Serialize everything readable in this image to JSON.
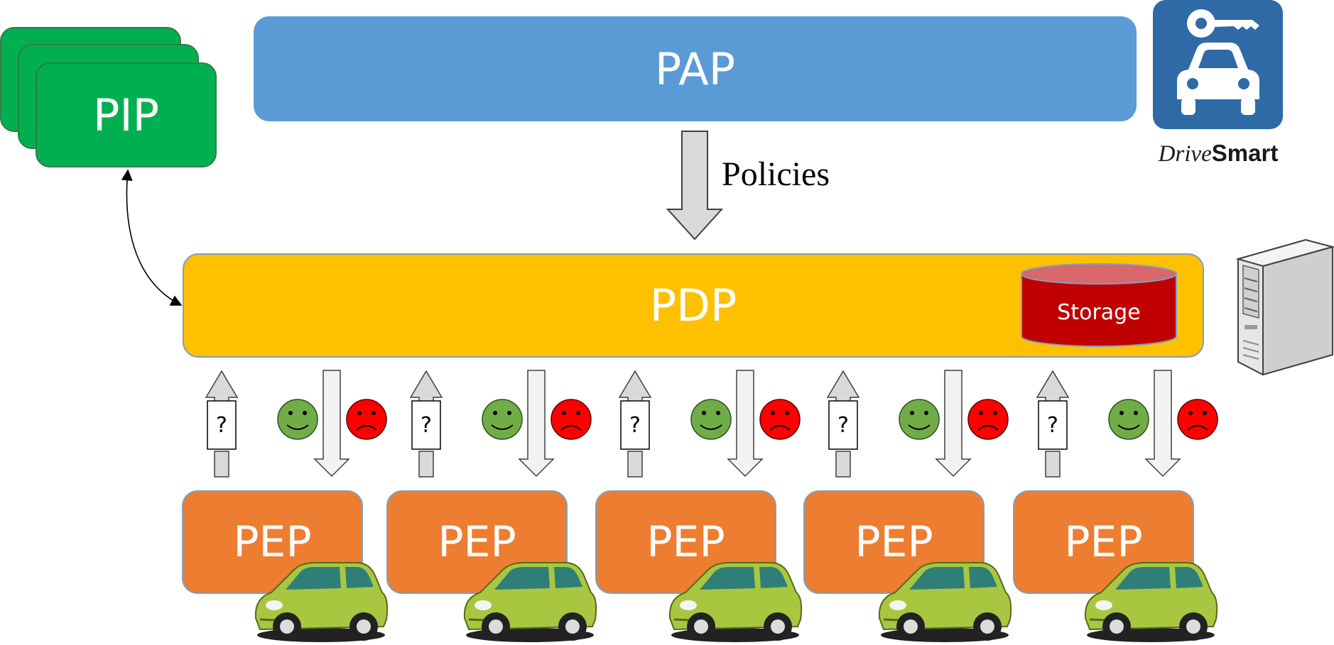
{
  "nodes": {
    "pap": "PAP",
    "pip": "PIP",
    "pdp": "PDP",
    "storage": "Storage",
    "pep": [
      "PEP",
      "PEP",
      "PEP",
      "PEP",
      "PEP"
    ]
  },
  "edges": {
    "policies": "Policies"
  },
  "brand": {
    "part1": "Drive",
    "part2": "Smart"
  },
  "icons": {
    "logo": "car-key-icon",
    "server": "server-tower-icon",
    "query": "question-mark-card-icon",
    "permit": "green-smiley-icon",
    "deny": "red-frowny-icon",
    "vehicle": "green-car-icon"
  },
  "colors": {
    "pap": "#5b9bd5",
    "pip": "#00b050",
    "pdp": "#ffc000",
    "pep": "#ed7d31",
    "storage": "#c00000",
    "logo": "#2e6aa6",
    "permit": "#70ad47",
    "deny": "#ff0000",
    "car": "#a8c640"
  }
}
